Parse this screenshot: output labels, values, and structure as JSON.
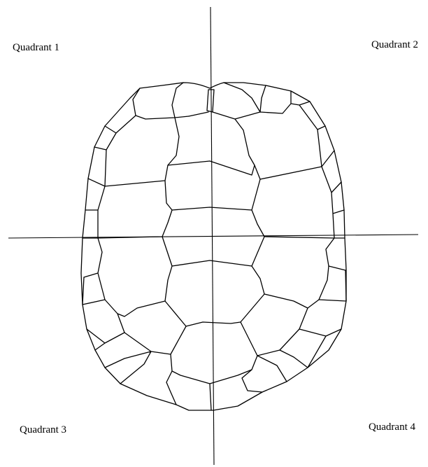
{
  "quadrants": {
    "q1": "Quadrant 1",
    "q2": "Quadrant 2",
    "q3": "Quadrant 3",
    "q4": "Quadrant 4"
  },
  "colors": {
    "ink": "#000000",
    "background": "#ffffff"
  }
}
